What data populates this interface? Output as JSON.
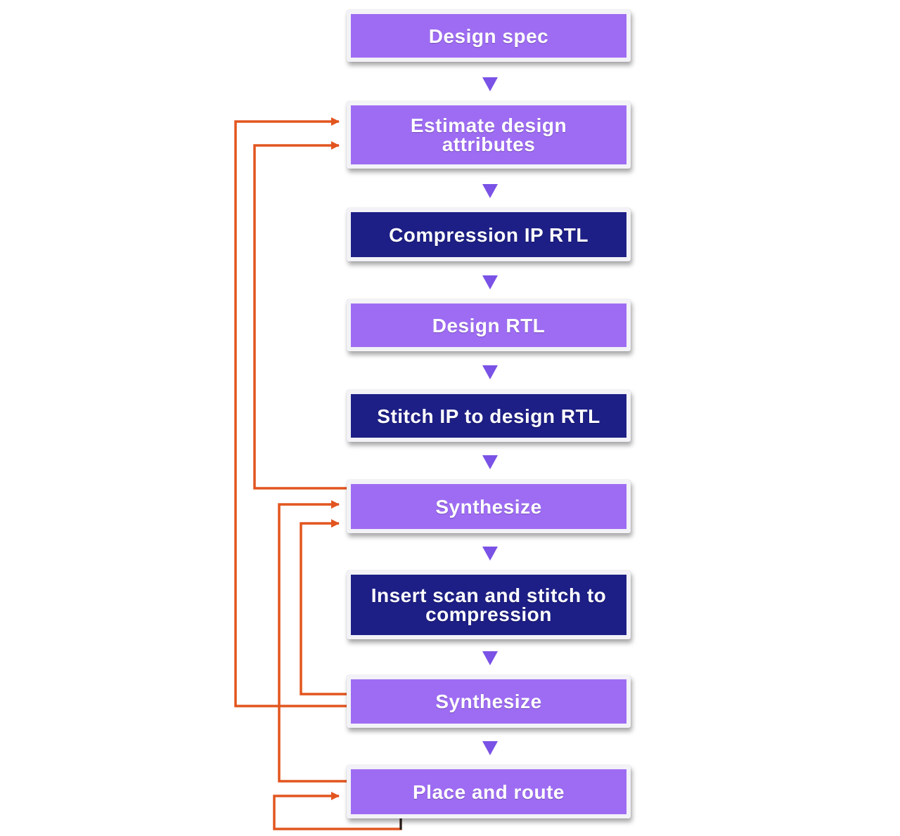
{
  "diagram": {
    "steps": [
      {
        "label": "Design spec",
        "style": "light"
      },
      {
        "label": "Estimate design attributes",
        "style": "light"
      },
      {
        "label": "Compression IP RTL",
        "style": "dark"
      },
      {
        "label": "Design RTL",
        "style": "light"
      },
      {
        "label": "Stitch IP to design RTL",
        "style": "dark"
      },
      {
        "label": "Synthesize",
        "style": "light"
      },
      {
        "label": "Insert scan and stitch to compression",
        "style": "dark"
      },
      {
        "label": "Synthesize",
        "style": "light"
      },
      {
        "label": "Place and route",
        "style": "light"
      }
    ],
    "feedback_loops": [
      {
        "from_step": 8,
        "to_step": 2
      },
      {
        "from_step": 6,
        "to_step": 2
      },
      {
        "from_step": 9,
        "to_step": 6
      },
      {
        "from_step": 8,
        "to_step": 6
      },
      {
        "from_step": 9,
        "to_step": 9
      }
    ],
    "colors": {
      "light_box": "#9e6cf3",
      "dark_box": "#1d1f86",
      "flow_arrow": "#7a52e6",
      "feedback_line": "#e2551f",
      "box_border": "#f2f2f7"
    }
  }
}
